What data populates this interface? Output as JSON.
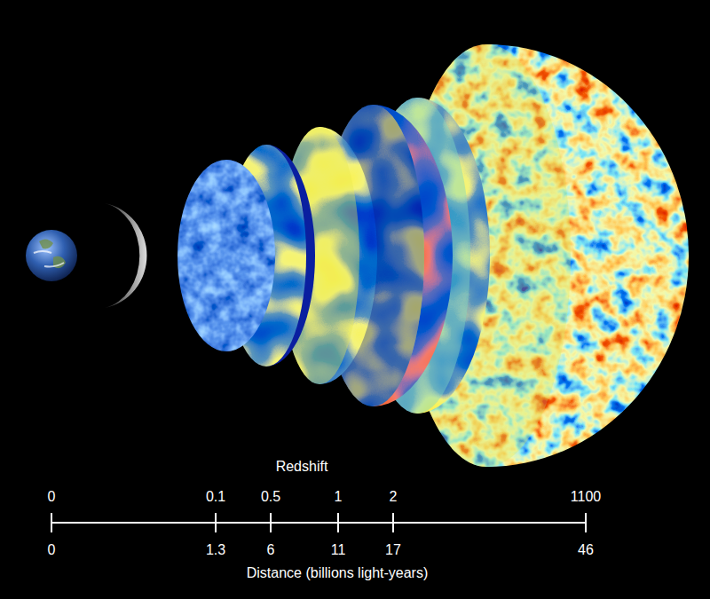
{
  "diagram": {
    "labels": [
      "Redshift",
      "0",
      "0.1",
      "0.5",
      "1",
      "2",
      "1100",
      "0",
      "1.3",
      "6",
      "11",
      "17",
      "46",
      "Distance (billions light-years)"
    ]
  }
}
